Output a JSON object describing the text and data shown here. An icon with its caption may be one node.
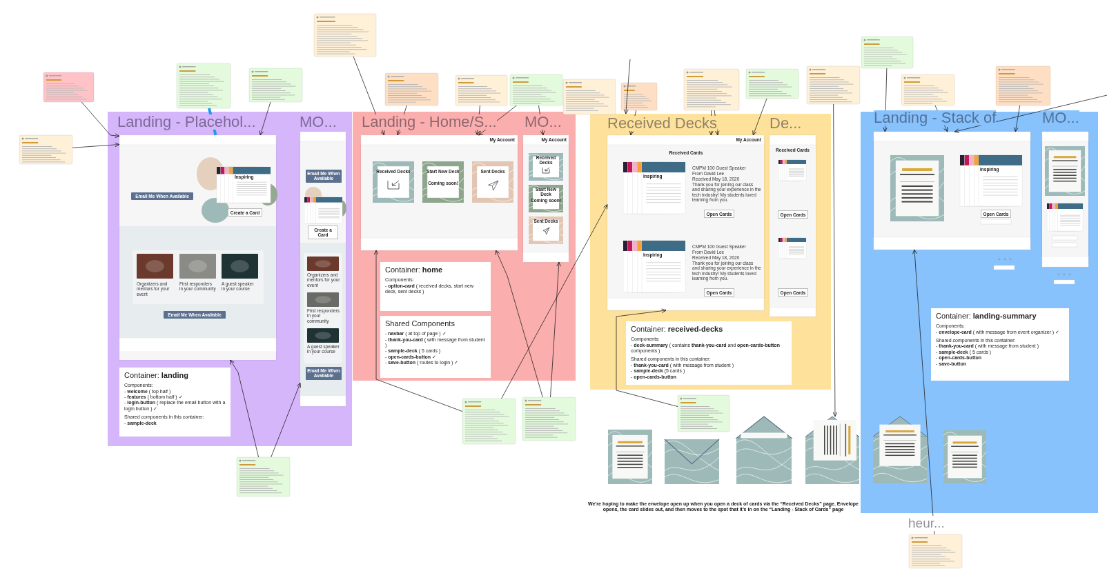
{
  "diagram": {
    "nodes": [
      {
        "text": [
          "Landing - Placehol...",
          "MO..."
        ]
      },
      {
        "text": [],
        "shape": "picture",
        "in": 0
      },
      {
        "text": [],
        "shape": "picture",
        "in": 0
      },
      {
        "text": [
          "Container: **landing**",
          "Components:",
          "- **welcome** ( top half )",
          "- **features** ( bottom half ) ✓",
          "- **login-button** ( replace the email button with a login button ) ✓",
          "Shared components in this container:",
          "- **sample-deck**"
        ],
        "in": 0
      },
      {
        "text": [
          "Landing - Home/S...",
          "MO..."
        ]
      },
      {
        "text": [],
        "shape": "picture",
        "in": 4
      },
      {
        "text": [],
        "shape": "picture",
        "in": 4
      },
      {
        "text": [
          "Container: **home**",
          "Components:",
          "- **option-card** ( received decks, start new deck, sent decks )"
        ],
        "in": 4
      },
      {
        "text": [
          "Shared Components",
          "- **navbar** ( at top of page ) ✓",
          "- **thank-you-card** ( with message from student )",
          "- **sample-deck** ( 5 cards )",
          "- **open-cards-button** ✓",
          "- **save-button** ( routes to login ) ✓"
        ],
        "in": 4
      },
      {
        "text": [
          "Received Decks",
          "De..."
        ]
      },
      {
        "text": [],
        "shape": "picture",
        "in": 9
      },
      {
        "text": [],
        "shape": "picture",
        "in": 9
      },
      {
        "text": [
          "Container: **received-decks**",
          "Components:",
          "- **deck-summary** ( contains **thank-you-card** and **open-cards-button** components )",
          "Shared components in this container:",
          "- **thank-you-card** ( with message from student )",
          "- **sample-deck** (5 cards )",
          "- **open-cards-button**"
        ],
        "in": 9
      },
      {
        "text": [
          "Landing - Stack of",
          "MO..."
        ]
      },
      {
        "text": [],
        "shape": "picture",
        "in": 13
      },
      {
        "text": [],
        "shape": "picture",
        "in": 13
      },
      {
        "text": [
          "Container: **landing-summary**",
          "Components:",
          "- **envelope-card** ( with message from event organizer ) ✓",
          "Shared components in this container:",
          "- **thank-you-card** ( with message from student )",
          "- **sample-deck** ( 5 cards )",
          "- **open-cards-button**",
          "- **save-button**"
        ],
        "in": 13
      },
      {
        "text": [],
        "shape": "picture"
      },
      {
        "text": [],
        "shape": "picture"
      },
      {
        "text": [],
        "shape": "picture"
      },
      {
        "text": [],
        "shape": "picture"
      },
      {
        "text": [],
        "shape": "picture",
        "in": 13
      },
      {
        "text": [],
        "shape": "picture",
        "in": 13
      },
      {
        "text": [],
        "shape": "box"
      },
      {
        "text": [],
        "shape": "box"
      },
      {
        "text": [],
        "shape": "box"
      },
      {
        "text": [],
        "shape": "box"
      },
      {
        "text": [],
        "shape": "box"
      },
      {
        "text": [],
        "shape": "box"
      },
      {
        "text": [],
        "shape": "box"
      },
      {
        "text": [],
        "shape": "box"
      },
      {
        "text": [],
        "shape": "box"
      },
      {
        "text": [],
        "shape": "box"
      },
      {
        "text": [],
        "shape": "box"
      },
      {
        "text": [],
        "shape": "box"
      },
      {
        "text": [],
        "shape": "box"
      },
      {
        "text": [],
        "shape": "box"
      },
      {
        "text": [],
        "shape": "box"
      },
      {
        "text": [],
        "shape": "box"
      },
      {
        "text": [],
        "shape": "box"
      },
      {
        "text": [],
        "shape": "box"
      },
      {
        "text": [],
        "shape": "box"
      },
      {
        "text": [],
        "shape": "box"
      },
      {
        "text": [],
        "shape": "box"
      }
    ],
    "edges": [
      {
        "from": 23,
        "to": 1,
        "arrow": "to"
      },
      {
        "from": 24,
        "to": 1,
        "arrow": "to"
      },
      {
        "from": 25,
        "to": 1,
        "arrow": "none",
        "style": "thick",
        "color": "#1e9bf0"
      },
      {
        "from": 26,
        "to": 1,
        "arrow": "to"
      },
      {
        "from": 27,
        "to": 5,
        "arrow": "to"
      },
      {
        "from": 28,
        "to": 5,
        "arrow": "to"
      },
      {
        "from": 29,
        "to": 5,
        "arrow": "to"
      },
      {
        "from": 30,
        "to": 6,
        "arrow": "to"
      },
      {
        "from": 30,
        "to": 5,
        "arrow": "to"
      },
      {
        "from": 32,
        "to": 10,
        "arrow": "to"
      },
      {
        "from": 33,
        "to": 10,
        "arrow": "to"
      },
      {
        "from": 33,
        "to": 10,
        "arrow": "to"
      },
      {
        "from": 34,
        "to": 10,
        "arrow": "to"
      },
      {
        "from": 35,
        "to": 20,
        "arrow": "to"
      },
      {
        "from": 36,
        "to": 14,
        "arrow": "to"
      },
      {
        "from": 37,
        "to": 14,
        "arrow": "to"
      },
      {
        "from": 38,
        "to": 14,
        "arrow": "to"
      },
      {
        "from": 39,
        "to": 1,
        "arrow": "to"
      },
      {
        "from": 39,
        "to": 2,
        "arrow": "to"
      },
      {
        "from": 40,
        "to": 5,
        "arrow": "to"
      },
      {
        "from": 40,
        "to": 10,
        "arrow": "to"
      },
      {
        "from": 41,
        "to": 5,
        "arrow": "to"
      },
      {
        "from": 41,
        "to": 6,
        "arrow": "to"
      },
      {
        "from": 42,
        "to": 10,
        "arrow": "to"
      },
      {
        "from": 43,
        "to": 14,
        "arrow": "to"
      },
      {
        "from": null,
        "to": 9,
        "arrow": "to"
      },
      {
        "from": null,
        "to": 14,
        "arrow": "to"
      }
    ],
    "labels": [
      "Email Me When Available",
      "Inspiring",
      "Create a Card",
      "Organizers and mentors for your event",
      "First responders in your community",
      "A guest speaker in your course",
      "Email Me When Available",
      "Email Me When Available",
      "Create a Card",
      "Organizers and mentors for your event",
      "First responders in your community",
      "A guest speaker in your course",
      "Email Me When Available",
      "My Account",
      "Received Decks",
      "Start New Deck",
      "Coming soon!",
      "Sent Decks",
      "My Account",
      "Received Decks",
      "Start New Deck",
      "Coming soon!",
      "Sent Decks",
      "My Account",
      "Received Cards",
      "Inspiring",
      "CMPM 100 Guest Speaker",
      "From David Lee",
      "Received May 18, 2020",
      "Thank you for joining our class and sharing your experience in the tech industry! My students loved learning from you.",
      "Open Cards",
      "Inspiring",
      "CMPM 100 Guest Speaker",
      "From David Lee",
      "Received May 18, 2020",
      "Thank you for joining our class and sharing your experience in the tech industry! My students loved learning from you.",
      "Open Cards",
      "Received Cards",
      "Open Cards",
      "Open Cards",
      "Inspiring",
      "Open Cards",
      "We’re hoping to make the envelope open up when you open a deck of cards via the “Received Decks” page. Envelope opens, the card slides out, and then moves to the spot that it’s in on the “Landing - Stack of Cards” page",
      "heur..."
    ]
  }
}
